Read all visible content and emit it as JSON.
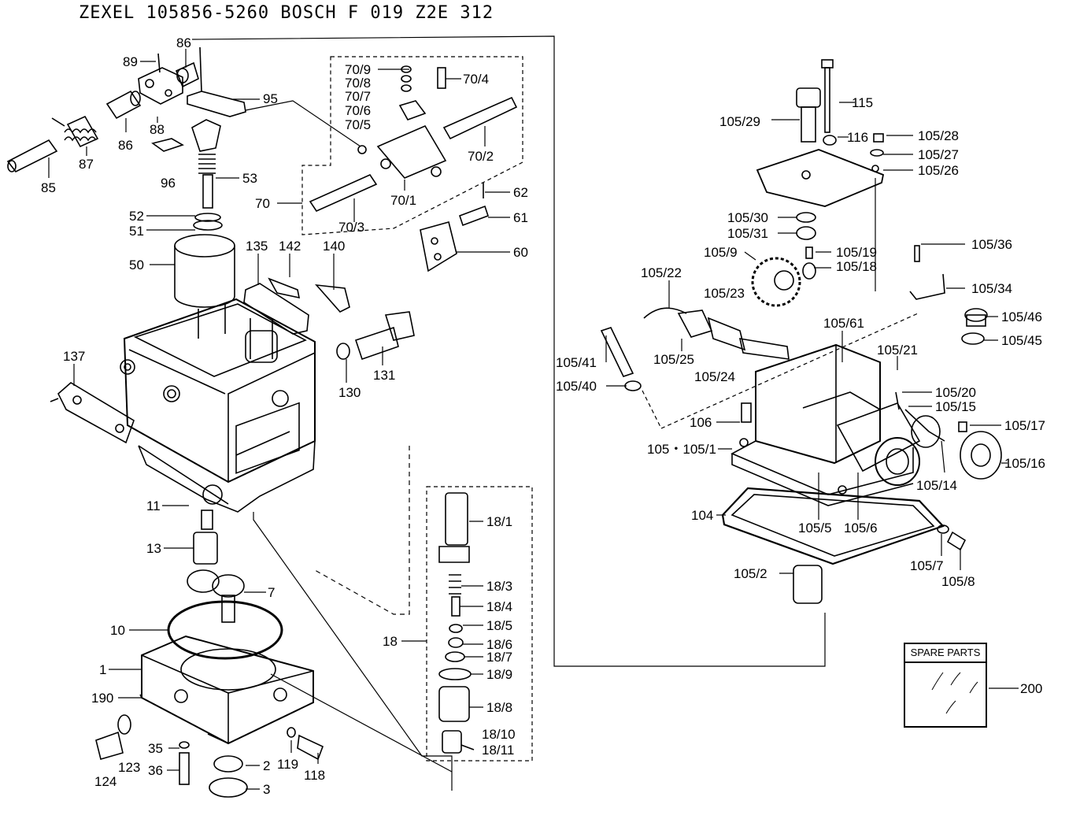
{
  "header": {
    "title": "ZEXEL   105856-5260   BOSCH   F 019 Z2E 312"
  },
  "spare_parts": {
    "title": "SPARE PARTS",
    "number": "200"
  },
  "labels": [
    {
      "id": "89",
      "text": "89"
    },
    {
      "id": "86a",
      "text": "86"
    },
    {
      "id": "95",
      "text": "95"
    },
    {
      "id": "88",
      "text": "88"
    },
    {
      "id": "86b",
      "text": "86"
    },
    {
      "id": "87",
      "text": "87"
    },
    {
      "id": "85",
      "text": "85"
    },
    {
      "id": "96",
      "text": "96"
    },
    {
      "id": "53",
      "text": "53"
    },
    {
      "id": "52",
      "text": "52"
    },
    {
      "id": "51",
      "text": "51"
    },
    {
      "id": "50",
      "text": "50"
    },
    {
      "id": "135",
      "text": "135"
    },
    {
      "id": "142",
      "text": "142"
    },
    {
      "id": "140",
      "text": "140"
    },
    {
      "id": "137",
      "text": "137"
    },
    {
      "id": "130",
      "text": "130"
    },
    {
      "id": "131",
      "text": "131"
    },
    {
      "id": "11",
      "text": "11"
    },
    {
      "id": "13",
      "text": "13"
    },
    {
      "id": "7",
      "text": "7"
    },
    {
      "id": "10",
      "text": "10"
    },
    {
      "id": "1",
      "text": "1"
    },
    {
      "id": "190",
      "text": "190"
    },
    {
      "id": "124",
      "text": "124"
    },
    {
      "id": "123",
      "text": "123"
    },
    {
      "id": "35",
      "text": "35"
    },
    {
      "id": "36",
      "text": "36"
    },
    {
      "id": "2",
      "text": "2"
    },
    {
      "id": "3",
      "text": "3"
    },
    {
      "id": "119",
      "text": "119"
    },
    {
      "id": "118",
      "text": "118"
    },
    {
      "id": "70_9",
      "text": "70/9"
    },
    {
      "id": "70_8",
      "text": "70/8"
    },
    {
      "id": "70_7",
      "text": "70/7"
    },
    {
      "id": "70_6",
      "text": "70/6"
    },
    {
      "id": "70_5",
      "text": "70/5"
    },
    {
      "id": "70_4",
      "text": "70/4"
    },
    {
      "id": "70_2",
      "text": "70/2"
    },
    {
      "id": "70_1",
      "text": "70/1"
    },
    {
      "id": "70",
      "text": "70"
    },
    {
      "id": "70_3",
      "text": "70/3"
    },
    {
      "id": "62",
      "text": "62"
    },
    {
      "id": "61",
      "text": "61"
    },
    {
      "id": "60",
      "text": "60"
    },
    {
      "id": "18_1",
      "text": "18/1"
    },
    {
      "id": "18_3",
      "text": "18/3"
    },
    {
      "id": "18_4",
      "text": "18/4"
    },
    {
      "id": "18_5",
      "text": "18/5"
    },
    {
      "id": "18",
      "text": "18"
    },
    {
      "id": "18_6",
      "text": "18/6"
    },
    {
      "id": "18_7",
      "text": "18/7"
    },
    {
      "id": "18_9",
      "text": "18/9"
    },
    {
      "id": "18_8",
      "text": "18/8"
    },
    {
      "id": "18_10",
      "text": "18/10"
    },
    {
      "id": "18_11",
      "text": "18/11"
    },
    {
      "id": "115",
      "text": "115"
    },
    {
      "id": "105_29",
      "text": "105/29"
    },
    {
      "id": "116",
      "text": "116"
    },
    {
      "id": "105_28",
      "text": "105/28"
    },
    {
      "id": "105_27",
      "text": "105/27"
    },
    {
      "id": "105_26",
      "text": "105/26"
    },
    {
      "id": "105_30",
      "text": "105/30"
    },
    {
      "id": "105_31",
      "text": "105/31"
    },
    {
      "id": "105_19",
      "text": "105/19"
    },
    {
      "id": "105_9",
      "text": "105/9"
    },
    {
      "id": "105_18",
      "text": "105/18"
    },
    {
      "id": "105_36",
      "text": "105/36"
    },
    {
      "id": "105_22",
      "text": "105/22"
    },
    {
      "id": "105_23",
      "text": "105/23"
    },
    {
      "id": "105_34",
      "text": "105/34"
    },
    {
      "id": "105_61",
      "text": "105/61"
    },
    {
      "id": "105_46",
      "text": "105/46"
    },
    {
      "id": "105_45",
      "text": "105/45"
    },
    {
      "id": "105_25",
      "text": "105/25"
    },
    {
      "id": "105_21",
      "text": "105/21"
    },
    {
      "id": "105_41",
      "text": "105/41"
    },
    {
      "id": "105_24",
      "text": "105/24"
    },
    {
      "id": "105_40",
      "text": "105/40"
    },
    {
      "id": "105_20",
      "text": "105/20"
    },
    {
      "id": "105_15",
      "text": "105/15"
    },
    {
      "id": "106",
      "text": "106"
    },
    {
      "id": "105_17",
      "text": "105/17"
    },
    {
      "id": "105_105_1",
      "text": "105・105/1"
    },
    {
      "id": "105_16",
      "text": "105/16"
    },
    {
      "id": "105_14",
      "text": "105/14"
    },
    {
      "id": "104",
      "text": "104"
    },
    {
      "id": "105_5",
      "text": "105/5"
    },
    {
      "id": "105_6",
      "text": "105/6"
    },
    {
      "id": "105_7",
      "text": "105/7"
    },
    {
      "id": "105_2",
      "text": "105/2"
    },
    {
      "id": "105_8",
      "text": "105/8"
    }
  ]
}
